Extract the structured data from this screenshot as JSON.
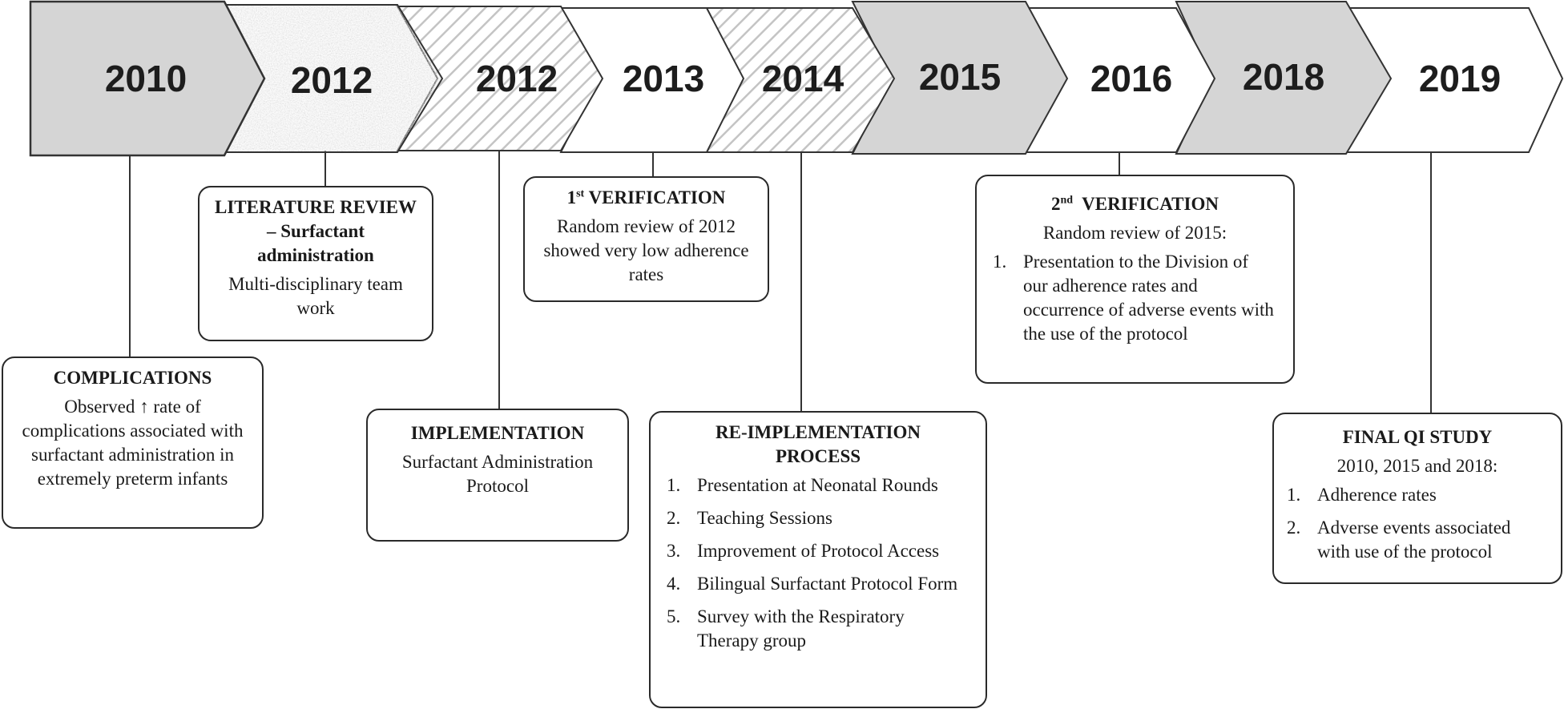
{
  "timeline": {
    "years": [
      "2010",
      "2012",
      "2012",
      "2013",
      "2014",
      "2015",
      "2016",
      "2018",
      "2019"
    ]
  },
  "complications": {
    "title": "COMPLICATIONS",
    "body": "Observed ↑ rate of complications associated with surfactant administration in extremely preterm infants"
  },
  "literature": {
    "title": "LITERATURE REVIEW – Surfactant administration",
    "body": "Multi-disciplinary team work"
  },
  "implementation": {
    "title": "IMPLEMENTATION",
    "body": "Surfactant Administration Protocol"
  },
  "verification1": {
    "ordinal": "1",
    "sup": "st",
    "title": " VERIFICATION",
    "body": "Random review of 2012 showed very low adherence rates"
  },
  "reimplementation": {
    "title": "RE-IMPLEMENTATION PROCESS",
    "items": [
      {
        "n": "1.",
        "text": "Presentation at Neonatal Rounds"
      },
      {
        "n": "2.",
        "text": "Teaching Sessions"
      },
      {
        "n": "3.",
        "text": "Improvement of Protocol Access"
      },
      {
        "n": "4.",
        "text": "Bilingual Surfactant Protocol Form"
      },
      {
        "n": "5.",
        "text": "Survey with the Respiratory Therapy group"
      }
    ]
  },
  "verification2": {
    "ordinal": "2",
    "sup": "nd",
    "title": "  VERIFICATION",
    "body": "Random review of 2015:",
    "items": [
      {
        "n": "1.",
        "text": "Presentation to the Division of our adherence rates and occurrence of adverse events with the use of the protocol"
      }
    ]
  },
  "final": {
    "title": "FINAL QI STUDY",
    "body": "2010, 2015 and 2018:",
    "items": [
      {
        "n": "1.",
        "text": "Adherence rates"
      },
      {
        "n": "2.",
        "text": "Adverse events associated with use of the protocol"
      }
    ]
  }
}
